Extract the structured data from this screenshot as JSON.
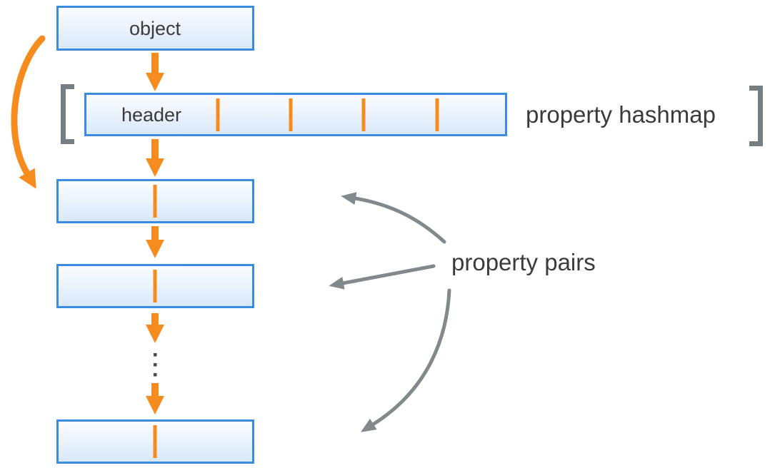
{
  "diagram": {
    "object_box": {
      "label": "object"
    },
    "header_box": {
      "label": "header",
      "hash_slot_divider_count": 4
    },
    "property_hashmap": {
      "label": "property hashmap"
    },
    "property_pairs": {
      "label": "property pairs",
      "pair_box_count": 3,
      "ellipsis_dot_count": 3
    },
    "colors": {
      "box_border": "#3A8CE0",
      "box_fill_top": "#FCFDFF",
      "box_fill_bottom": "#D8E8FA",
      "accent_orange": "#F68C1E",
      "arrow_gray": "#82898C",
      "bracket_gray": "#767E82",
      "text_dark": "#3B3B3B",
      "dot_color": "#4A4A4A"
    }
  }
}
